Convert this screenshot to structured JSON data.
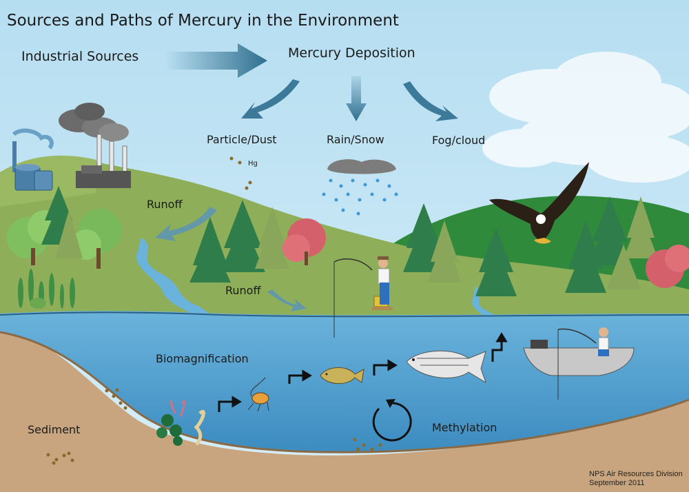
{
  "title": "Sources and Paths of Mercury in the Environment",
  "labels": {
    "industrial_sources": "Industrial Sources",
    "mercury_deposition": "Mercury Deposition",
    "particle_dust": "Particle/Dust",
    "hg": "Hg",
    "rain_snow": "Rain/Snow",
    "fog_cloud": "Fog/cloud",
    "runoff_upper": "Runoff",
    "runoff_lower": "Runoff",
    "biomagnification": "Biomagnification",
    "methylation": "Methylation",
    "sediment": "Sediment"
  },
  "credit": {
    "line1": "NPS Air Resources Division",
    "line2": "September 2011"
  },
  "colors": {
    "sky": "#bfe3f3",
    "hill": "#8fae5a",
    "hill_dark": "#2f8a3c",
    "water": "#4a9ccb",
    "sediment": "#c8a57f",
    "arrow": "#2f6f8f",
    "tree": "#2f7d4a",
    "tree_red": "#d4606b"
  }
}
